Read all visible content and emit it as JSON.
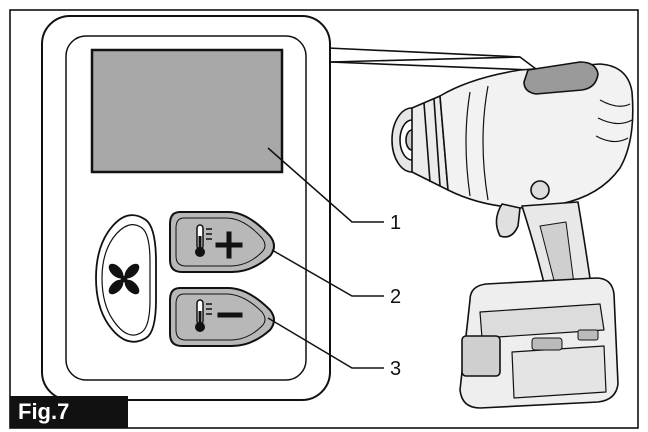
{
  "figure": {
    "label": "Fig.7"
  },
  "callouts": [
    {
      "number": "1",
      "target": "display-screen"
    },
    {
      "number": "2",
      "target": "temperature-up-button"
    },
    {
      "number": "3",
      "target": "temperature-down-button"
    }
  ],
  "panel": {
    "fan_button_icon": "fan-icon",
    "temp_up_icons": [
      "thermometer-icon",
      "plus-icon"
    ],
    "temp_down_icons": [
      "thermometer-icon",
      "minus-icon"
    ]
  },
  "colors": {
    "line": "#111111",
    "screen": "#a8a8a8",
    "button": "#b8b8b8",
    "background": "#ffffff"
  }
}
